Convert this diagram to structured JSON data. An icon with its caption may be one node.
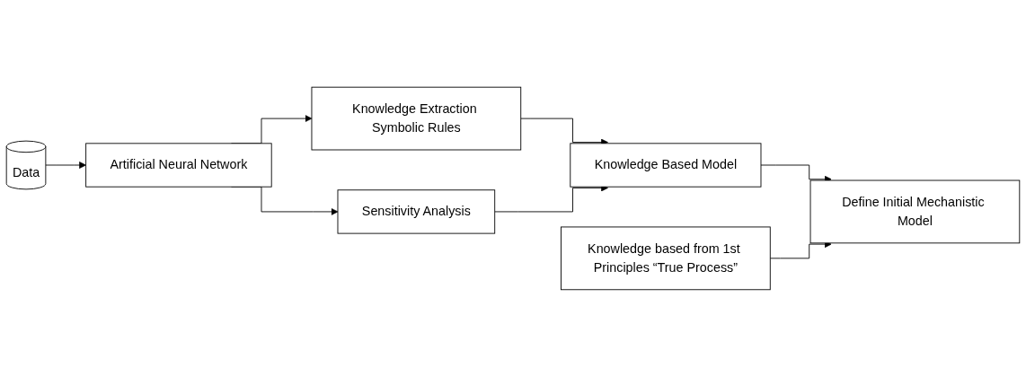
{
  "diagram": {
    "nodes": [
      {
        "text": [
          "Data"
        ]
      },
      {
        "text": [
          "Artificial Neural Network"
        ]
      },
      {
        "text": [
          "Knowledge Extraction Symbolic Rules"
        ]
      },
      {
        "text": [
          "Sensitivity Analysis"
        ]
      },
      {
        "text": [
          "Knowledge Based Model"
        ]
      },
      {
        "text": [
          "Knowledge based from 1st Principles “True Process”"
        ]
      },
      {
        "text": [
          "Define Initial Mechanistic Model"
        ]
      }
    ],
    "edges": [
      {
        "from": 0,
        "to": 1,
        "arrow": "to"
      },
      {
        "from": 1,
        "to": 2,
        "arrow": "to"
      },
      {
        "from": 1,
        "to": 3,
        "arrow": "to"
      },
      {
        "from": 2,
        "to": 4,
        "arrow": "to"
      },
      {
        "from": 3,
        "to": 4,
        "arrow": "to"
      },
      {
        "from": 4,
        "to": 6,
        "arrow": "to"
      },
      {
        "from": 5,
        "to": 6,
        "arrow": "to"
      }
    ]
  }
}
